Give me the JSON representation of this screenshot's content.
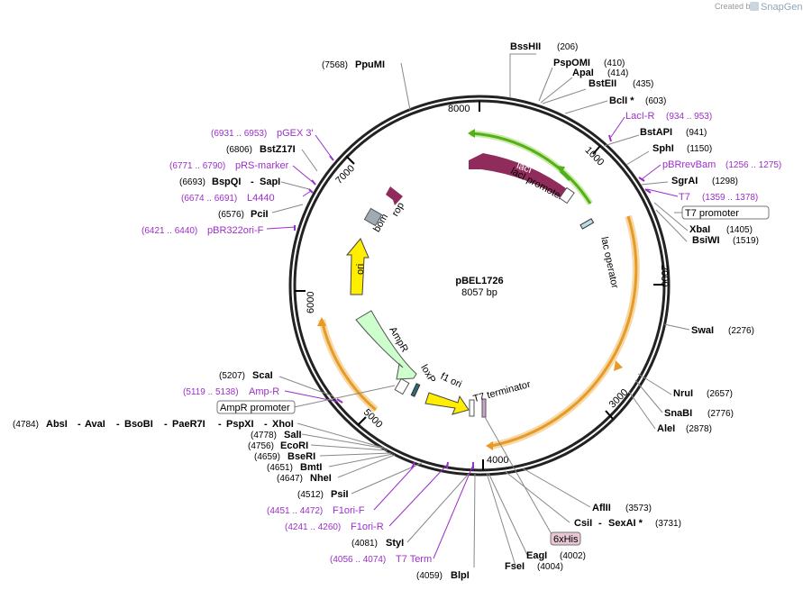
{
  "credit": {
    "created_by": "Created by",
    "brand": "SnapGene"
  },
  "plasmid": {
    "name": "pBEL1726",
    "length": "8057 bp"
  },
  "ticks": [
    "8000",
    "1000",
    "2000",
    "3000",
    "4000",
    "5000",
    "6000",
    "7000"
  ],
  "features": {
    "lacI": "lacI",
    "lacI_promoter": "lacI promoter",
    "lac_operator": "lac operator",
    "rop": "rop",
    "bom": "bom",
    "ori": "ori",
    "AmpR": "AmpR",
    "loxP": "loxP",
    "f1_ori": "f1 ori",
    "T7_terminator": "T7 terminator"
  },
  "sites_top": [
    {
      "name": "BssHII",
      "pos": "(206)"
    },
    {
      "name": "PspOMI",
      "pos": "(410)"
    },
    {
      "name": "ApaI",
      "pos": "(414)"
    },
    {
      "name": "BstEII",
      "pos": "(435)"
    },
    {
      "name": "BclI *",
      "pos": "(603)"
    },
    {
      "name": "BstAPI",
      "pos": "(941)"
    },
    {
      "name": "SphI",
      "pos": "(1150)"
    },
    {
      "name": "SgrAI",
      "pos": "(1298)"
    },
    {
      "name": "XbaI",
      "pos": "(1405)"
    },
    {
      "name": "BsiWI",
      "pos": "(1519)"
    },
    {
      "name": "SwaI",
      "pos": "(2276)"
    },
    {
      "name": "NruI",
      "pos": "(2657)"
    },
    {
      "name": "SnaBI",
      "pos": "(2776)"
    },
    {
      "name": "AleI",
      "pos": "(2878)"
    },
    {
      "name": "AflII",
      "pos": "(3573)"
    },
    {
      "name": "CsiI",
      "pos": "(3731)"
    },
    {
      "name": "SexAI *",
      "pos": ""
    },
    {
      "name": "EagI",
      "pos": "(4002)"
    },
    {
      "name": "FseI",
      "pos": "(4004)"
    },
    {
      "name": "BlpI",
      "pos": "(4059)"
    },
    {
      "name": "StyI",
      "pos": "(4081)"
    },
    {
      "name": "PsiI",
      "pos": "(4512)"
    },
    {
      "name": "NheI",
      "pos": "(4647)"
    },
    {
      "name": "BmtI",
      "pos": "(4651)"
    },
    {
      "name": "BseRI",
      "pos": "(4659)"
    },
    {
      "name": "EcoRI",
      "pos": "(4756)"
    },
    {
      "name": "SalI",
      "pos": "(4778)"
    },
    {
      "name": "ScaI",
      "pos": "(5207)"
    },
    {
      "name": "PciI",
      "pos": "(6576)"
    },
    {
      "name": "BspQI",
      "pos": "(6693)"
    },
    {
      "name": "SapI",
      "pos": ""
    },
    {
      "name": "BstZ17I",
      "pos": "(6806)"
    },
    {
      "name": "PpuMI",
      "pos": "(7568)"
    }
  ],
  "site_row_4784": {
    "pos": "(4784)",
    "names": [
      "AbsI",
      "AvaI",
      "BsoBI",
      "PaeR7I",
      "PspXI",
      "XhoI"
    ]
  },
  "primers": [
    {
      "name": "LacI-R",
      "range": "(934 .. 953)"
    },
    {
      "name": "pBRrevBam",
      "range": "(1256 .. 1275)"
    },
    {
      "name": "T7",
      "range": "(1359 .. 1378)"
    },
    {
      "name": "F1ori-F",
      "range": "(4451 .. 4472)"
    },
    {
      "name": "F1ori-R",
      "range": "(4241 .. 4260)"
    },
    {
      "name": "T7 Term",
      "range": "(4056 .. 4074)"
    },
    {
      "name": "Amp-R",
      "range": "(5119 .. 5138)"
    },
    {
      "name": "pBR322ori-F",
      "range": "(6421 .. 6440)"
    },
    {
      "name": "L4440",
      "range": "(6674 .. 6691)"
    },
    {
      "name": "pRS-marker",
      "range": "(6771 .. 6790)"
    },
    {
      "name": "pGEX 3'",
      "range": "(6931 .. 6953)"
    }
  ],
  "boxed": {
    "t7_promoter": "T7 promoter",
    "ampr_promoter": "AmpR promoter",
    "his": "6xHis"
  },
  "colors": {
    "lacI": "#8f2c5b",
    "green": "#54b018",
    "orange": "#e89a26",
    "yellow": "#ffee00",
    "ampr": "#ccffcc",
    "primer": "#9b2fc9"
  }
}
